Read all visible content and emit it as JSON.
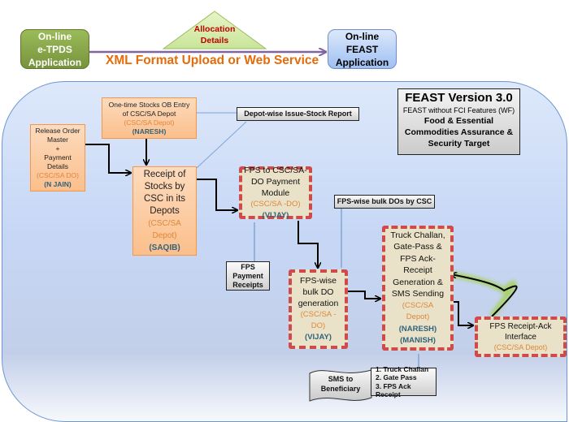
{
  "top": {
    "source_app": {
      "line1": "On-line",
      "line2": "e-TPDS",
      "line3": "Application"
    },
    "target_app": {
      "line1": "On-line",
      "line2": "FEAST",
      "line3": "Application"
    },
    "allocation": {
      "line1": "Allocation",
      "line2": "Details"
    },
    "transfer_label": "XML Format Upload or Web Service"
  },
  "version_box": {
    "title": "FEAST Version 3.0",
    "subtitle": "FEAST without FCI Features (WF)",
    "desc_line1": "Food & Essential",
    "desc_line2": "Commodities Assurance &",
    "desc_line3": "Security Target"
  },
  "nodes": {
    "ob_entry": {
      "line1": "One-time  Stocks OB Entry",
      "line2": "of CSC/SA Depot",
      "role": "(CSC/SA Depot)",
      "owner": "(NARESH)"
    },
    "release_order": {
      "line1": "Release Order",
      "line2": "Master",
      "line3": "+",
      "line4": "Payment",
      "line5": "Details",
      "role": "(CSC/SA DO)",
      "owner": "(N JAIN)"
    },
    "receipt_stocks": {
      "line1": "Receipt of",
      "line2": "Stocks by",
      "line3": "CSC in its",
      "line4": "Depots",
      "role1": "(CSC/SA",
      "role2": "Depot)",
      "owner": "(SAQIB)"
    },
    "fps_payment": {
      "line1": "FPS to CSC/SA-",
      "line2": "DO Payment",
      "line3": "Module",
      "role": "(CSC/SA -DO)",
      "owner": "(VIJAY)"
    },
    "bulk_do": {
      "line1": "FPS-wise",
      "line2": "bulk DO",
      "line3": "generation",
      "role1": "(CSC/SA -",
      "role2": "DO)",
      "owner": "(VIJAY)"
    },
    "truck": {
      "line1": "Truck Challan,",
      "line2": "Gate-Pass &",
      "line3": "FPS Ack-",
      "line4": "Receipt",
      "line5": "Generation &",
      "line6": "SMS Sending",
      "role1": "(CSC/SA",
      "role2": "Depot)",
      "owner1": "(NARESH)",
      "owner2": "(MANISH)"
    },
    "fps_ack": {
      "line1": "FPS Receipt-Ack",
      "line2": "Interface",
      "role": "(CSC/SA Depot)"
    }
  },
  "reports": {
    "depot_report": "Depot-wise Issue-Stock Report",
    "bulk_dos_csc": "FPS-wise bulk DOs by CSC",
    "fps_pay_receipts": {
      "line1": "FPS",
      "line2": "Payment",
      "line3": "Receipts"
    },
    "sms": {
      "line1": "SMS to",
      "line2": "Beneficiary"
    },
    "sms_list": [
      "1. Truck Challan",
      "2. Gate Pass",
      "3. FPS Ack Receipt"
    ]
  },
  "colors": {
    "green_app": "#9bbb59",
    "blue_app": "#9fc0f2",
    "orange_box": "#fbbf8c",
    "dotted_border": "#cf4b4b",
    "transfer_label": "#e46c0a",
    "allocation_text": "#c00000",
    "owner_text": "#31627a",
    "arrow_purple": "#8064a2"
  }
}
